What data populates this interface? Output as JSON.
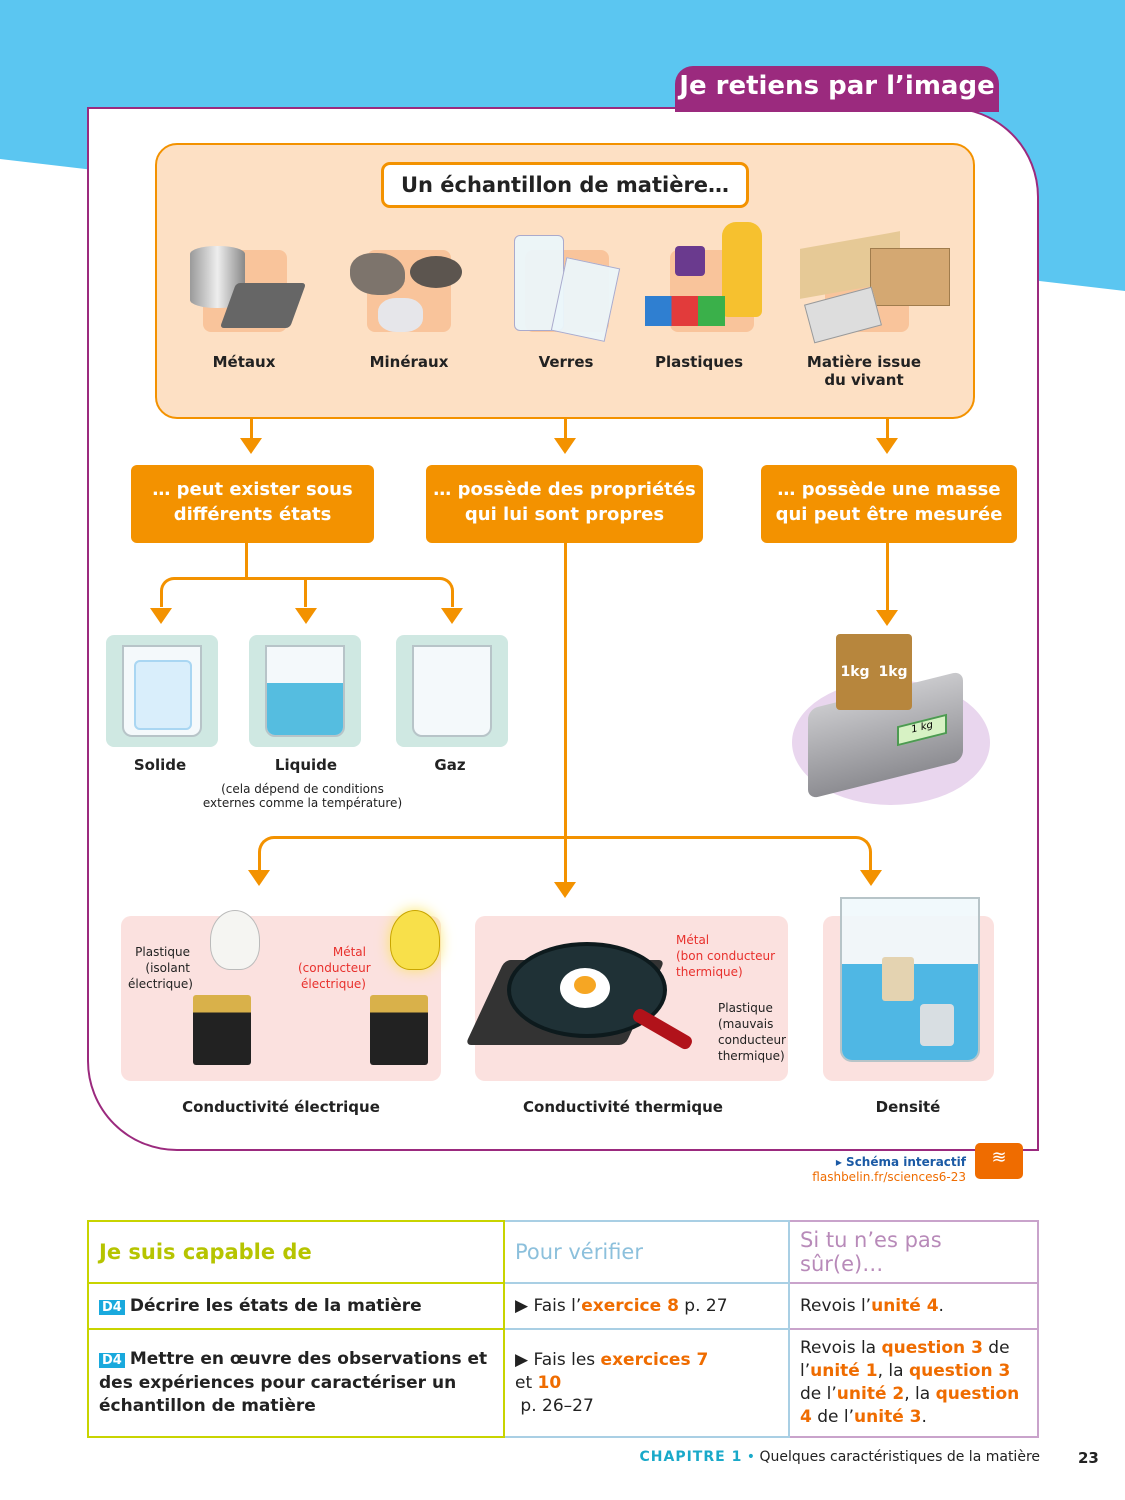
{
  "header": {
    "title": "Je retiens par l’image"
  },
  "sample": {
    "title": "Un échantillon de matière…",
    "materials": [
      {
        "label": "Métaux"
      },
      {
        "label": "Minéraux"
      },
      {
        "label": "Verres"
      },
      {
        "label": "Plastiques"
      },
      {
        "label": "Matière issue du vivant"
      }
    ]
  },
  "branches": [
    "… peut exister sous différents états",
    "… possède des propriétés qui lui sont propres",
    "… possède une masse qui peut être mesurée"
  ],
  "states": {
    "items": [
      "Solide",
      "Liquide",
      "Gaz"
    ],
    "note": "(cela dépend de conditions externes comme la température)"
  },
  "scale": {
    "label1": "1kg",
    "label2": "1kg",
    "display": "1 kg"
  },
  "electric": {
    "plastic": "Plastique",
    "plastic_desc": "(isolant électrique)",
    "metal": "Métal",
    "metal_desc": "(conducteur électrique)",
    "caption": "Conductivité électrique"
  },
  "thermal": {
    "metal": "Métal",
    "metal_desc": "(bon conducteur thermique)",
    "plastic": "Plastique",
    "plastic_desc": "(mauvais conducteur thermique)",
    "caption": "Conductivité thermique"
  },
  "density": {
    "caption": "Densité"
  },
  "interactive": {
    "label": "▸ Schéma interactif",
    "url": "flashbelin.fr/sciences6-23"
  },
  "table": {
    "headers": [
      "Je suis capable de",
      "Pour vérifier",
      "Si tu n’es pas sûr(e)…"
    ],
    "rows": [
      {
        "badge": "D4",
        "skill": "Décrire les états de la matière",
        "check": [
          "▶ Fais l’",
          "exercice 8",
          " p. 27"
        ],
        "review": [
          "Revois l’",
          "unité 4",
          "."
        ]
      },
      {
        "badge": "D4",
        "skill": "Mettre en œuvre des observations et des expériences pour caractériser un échantillon de matière",
        "check": [
          "▶ Fais les ",
          "exercices 7",
          "et ",
          "10",
          "p. 26–27"
        ],
        "review": [
          "Revois la ",
          "question 3",
          " de l’",
          "unité 1",
          ", la ",
          "question 3",
          " de l’",
          "unité 2",
          ", la ",
          "question 4",
          " de l’",
          "unité 3",
          "."
        ]
      }
    ]
  },
  "footer": {
    "chapter": "CHAPITRE 1",
    "bullet": "•",
    "title": "Quelques caractéristiques de la matière",
    "page": "23"
  }
}
